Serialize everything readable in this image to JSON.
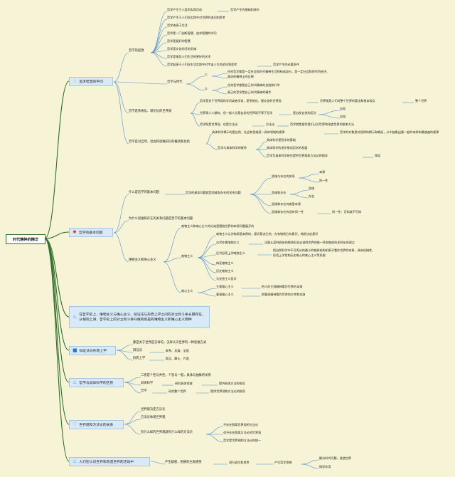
{
  "root": "时代精神的精华",
  "branches": [
    {
      "label": "追求智慧的学问",
      "icon": "star-icon",
      "icon_color": "#e6a23c",
      "children": [
        {
          "label": "哲学的起源",
          "children": [
            {
              "label": "哲学产生于人类的实践活动",
              "extra": "哲学产生的基础和源头"
            },
            {
              "label": "哲学产生于人们在实践中对世界的追问和思考"
            },
            {
              "label": "哲学来源于生活"
            },
            {
              "label": "哲学是一门创新智慧、追求智慧的学问"
            },
            {
              "label": "哲学是爱好的智慧"
            },
            {
              "label": "哲学是文化的活的灵魂"
            },
            {
              "label": "哲学是指导人们生活的更好的艺术"
            },
            {
              "label": "哲学起源于人们在生活实践中对宇宙人生的追问和思考",
              "extra": "哲学产生的必要条件"
            }
          ]
        },
        {
          "label": "哲学与时代",
          "children": [
            {
              "label": "①",
              "children": [
                {
                  "label": "任何哲学都是一定社会和时代精神生活的构成部分，是一定社会和时代的经济、"
                },
                {
                  "label": "政治的精神上的反映"
                }
              ]
            },
            {
              "label": "②",
              "children": [
                {
                  "label": "任何哲学都是自己时代精神的总结和升华"
                },
                {
                  "label": "真正的哲学是自己时代精神的精华"
                }
              ]
            }
          ]
        },
        {
          "label": "哲学是系统化、理论化的世界观",
          "children": [
            {
              "label": "哲学是关于世界观的学问或者学说，是系统化、理论化的世界观",
              "extra": "世界观是人们对整个世界的看法和根本观点",
              "extra2": "整个世界"
            },
            {
              "label": "世界观人人都有，但一般人总是自发的世界观不等于哲学",
              "extra": "是自发自觉的区别",
              "children": [
                {
                  "label": "自发"
                },
                {
                  "label": "自觉"
                }
              ]
            },
            {
              "label": "哲学既是世界观，也是方法论",
              "extra": "方法论",
              "extra2": "哲学就是指导我们认识世界和改造世界的根本方法"
            }
          ]
        },
        {
          "label": "哲学是对自然、社会和思维知识的概括和总结",
          "children": [
            {
              "label": "具体科学揭示的是自然、社会和思维某一具体领域的规律",
              "extra": "哲学的对象是对规律的揭示和概括，从中抽象出最一般的本质和最普遍的规律"
            },
            {
              "label": "哲学与具体科学的联系",
              "children": [
                {
                  "label": "具体科学是哲学的基础"
                },
                {
                  "label": "具体科学的进步推动哲学的发展"
                },
                {
                  "label": "哲学为具体科学研究提供世界观和方法论的指导",
                  "extra": "指导"
                }
              ]
            }
          ]
        }
      ]
    },
    {
      "label": "哲学的基本问题",
      "icon": "sun-icon",
      "icon_color": "#d2452b",
      "children": [
        {
          "label": "什么是哲学的基本问题",
          "children": [
            {
              "label": "哲学的基本问题就是思维和存在的关系问题",
              "children": [
                {
                  "label": "思维与存在的关系",
                  "children": [
                    {
                      "label": "本源"
                    },
                    {
                      "label": "同一性"
                    }
                  ]
                },
                {
                  "label": "思维和存在",
                  "children": [
                    {
                      "label": "思维"
                    },
                    {
                      "label": "存在"
                    }
                  ]
                },
                {
                  "label": "思维和存在何者是本源"
                },
                {
                  "label": "思维和存在有没有同一性",
                  "extra": "同一性：可知或不可知"
                }
              ]
            }
          ]
        },
        {
          "label": "为什么思维和存在的关系问题是哲学的基本问题"
        },
        {
          "label": "唯物主义和唯心主义",
          "children": [
            {
              "label": "唯物主义和唯心主义的分歧是围绕世界的本原问题展开的"
            },
            {
              "label": "唯物主义",
              "children": [
                {
                  "label": "唯物主义认为物质是本原的，意识是派生的，先有物质后有意识，物质决定意识"
                },
                {
                  "label": "古代朴素唯物主义",
                  "extra": "试图从某种具体的物质形态去说明世界的统一性和物质的多样化的观点"
                },
                {
                  "label": "近代形而上学唯物主义",
                  "extra": "把自然科学中不可再分的最小的物质结构如原子看作世界的本原，具有机械性、",
                  "extra2": "形而上学性和历史唯心的唯心主义等局限"
                },
                {
                  "label": "辩证唯物主义"
                },
                {
                  "label": "历史唯物主义"
                },
                {
                  "label": "马克思主义哲学"
                }
              ]
            },
            {
              "label": "唯心主义",
              "children": [
                {
                  "label": "主观唯心主义",
                  "extra": "把人的主观精神看作世界的本源"
                },
                {
                  "label": "客观唯心主义",
                  "extra": "把客观精神看作世界的主宰和本源"
                }
              ]
            }
          ]
        }
      ]
    },
    {
      "label": "在哲学史上，唯物主义与唯心主义、辩证法与形而上学之间的对立和斗争长期存在，从根到上讲，哲学史上的对立和斗争归根到底是有唯物主义和唯心主义两种",
      "icon": "flame-icon",
      "icon_color": "#3f7fd8"
    },
    {
      "label": "辩证法与形而上学",
      "icon": "bookmark-icon",
      "icon_color": "#2f78c4",
      "children": [
        {
          "label": "都是关于世界是怎样的，怎样认识世界的一种思维方式"
        },
        {
          "label": "辩证法",
          "extra": "联系、发展、全面"
        },
        {
          "label": "形而上学",
          "extra": "孤立、静止、片面"
        }
      ]
    },
    {
      "label": "哲学与具体科学的区别",
      "icon": "flame-icon",
      "icon_color": "#3f7fd8",
      "children": [
        {
          "label": "二者是个性与共性，个别与一般，具体与抽象的关系"
        },
        {
          "label": "具体科学",
          "extra": "研究具体领域",
          "extra2": "提供具体方法的指导"
        },
        {
          "label": "哲学",
          "extra": "研究整个世界",
          "extra2": "提供世界观和方法论的指导"
        }
      ]
    },
    {
      "label": "世界观和方法论的关系",
      "icon": "heart-icon",
      "icon_color": "#e3613a",
      "children": [
        {
          "label": "世界观决定方法论"
        },
        {
          "label": "方法论体现世界观"
        },
        {
          "label": "有什么样的世界观就有什么样的方法论",
          "children": [
            {
              "label": "不存在脱离世界观的方法论"
            },
            {
              "label": "也不存在脱离方法论的世界观"
            },
            {
              "label": "哲学是世界观和方法论的统一"
            }
          ]
        }
      ]
    },
    {
      "label": "人们在认识世界和改造世界的活动中",
      "icon": "flame-icon",
      "icon_color": "#3f7fd8",
      "children": [
        {
          "label": "产生疑惑，困惑的主观感受",
          "extra": "进行追问和思考",
          "extra2": "产生哲学思想",
          "children": [
            {
              "label": "解决时代问题，改造世界"
            },
            {
              "label": "指导作用"
            }
          ]
        }
      ]
    }
  ]
}
